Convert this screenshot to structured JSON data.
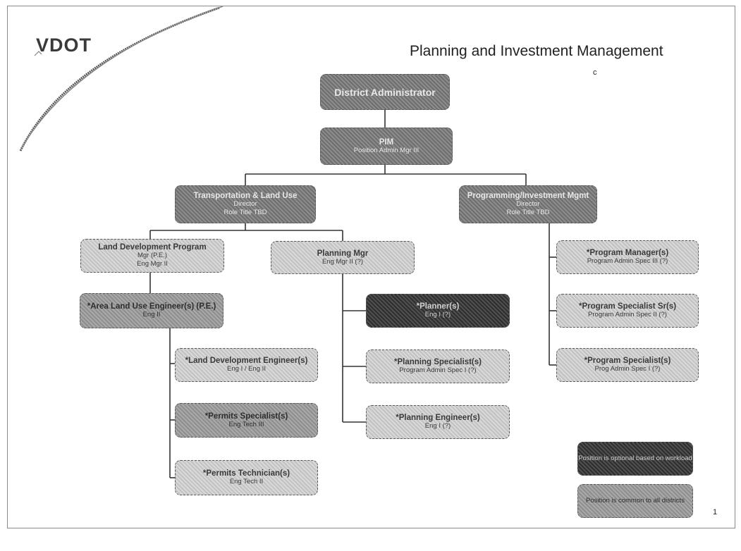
{
  "logo": {
    "text": "VDOT"
  },
  "title": "Planning and Investment Management",
  "title_mark": "c",
  "page_number": "1",
  "nodes": {
    "district_admin": {
      "title": "District Administrator"
    },
    "pim": {
      "title": "PIM",
      "sub": "Position Admin Mgr III"
    },
    "transportation": {
      "title": "Transportation & Land Use",
      "line2": "Director",
      "sub": "Role Title TBD"
    },
    "programming": {
      "title": "Programming/Investment Mgmt",
      "line2": "Director",
      "sub": "Role Title TBD"
    },
    "land_dev_mgr": {
      "title": "Land Development Program",
      "line2": "Mgr (P.E.)",
      "sub": "Eng Mgr II"
    },
    "planning_mgr": {
      "title": "Planning Mgr",
      "sub": "Eng Mgr II (?)"
    },
    "program_managers": {
      "title": "*Program Manager(s)",
      "sub": "Program Admin Spec III (?)"
    },
    "area_land_use": {
      "title": "*Area Land Use Engineer(s) (P.E.)",
      "sub": "Eng II"
    },
    "planners": {
      "title": "*Planner(s)",
      "sub": "Eng I (?)"
    },
    "program_specialist_sr": {
      "title": "*Program Specialist Sr(s)",
      "sub": "Program Admin Spec II (?)"
    },
    "land_dev_engineers": {
      "title": "*Land Development Engineer(s)",
      "sub": "Eng I / Eng II"
    },
    "planning_specialists": {
      "title": "*Planning Specialist(s)",
      "sub": "Program Admin Spec I (?)"
    },
    "program_specialists": {
      "title": "*Program Specialist(s)",
      "sub": "Prog Admin Spec I (?)"
    },
    "permits_specialists": {
      "title": "*Permits Specialist(s)",
      "sub": "Eng Tech III"
    },
    "planning_engineers": {
      "title": "*Planning Engineer(s)",
      "sub": "Eng I (?)"
    },
    "permits_technicians": {
      "title": "*Permits Technician(s)",
      "sub": "Eng Tech II"
    }
  },
  "legend": {
    "optional": "Position is optional based on workload",
    "common": "Position is common to all districts"
  }
}
